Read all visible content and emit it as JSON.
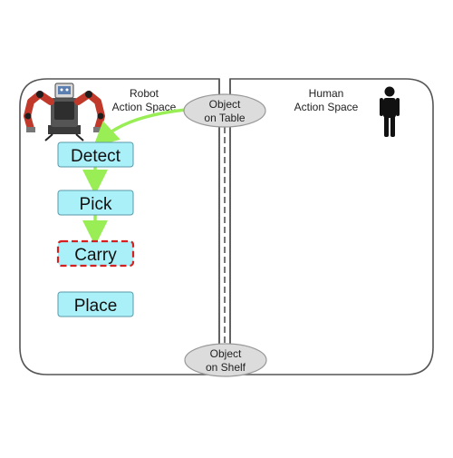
{
  "robot_space": {
    "title_line1": "Robot",
    "title_line2": "Action Space"
  },
  "human_space": {
    "title_line1": "Human",
    "title_line2": "Action Space"
  },
  "steps": {
    "detect": "Detect",
    "pick": "Pick",
    "carry": "Carry",
    "place": "Place"
  },
  "objects": {
    "table_line1": "Object",
    "table_line2": "on Table",
    "shelf_line1": "Object",
    "shelf_line2": "on Shelf"
  },
  "colors": {
    "step_fill": "#aaf0f8",
    "step_border": "#5a9aa8",
    "highlight_border": "#d42020",
    "arrow": "#99ee55",
    "ellipse_fill": "#dcdcdc",
    "panel_border": "#555555"
  },
  "icons": {
    "robot": "robot-icon",
    "human": "person-icon"
  }
}
